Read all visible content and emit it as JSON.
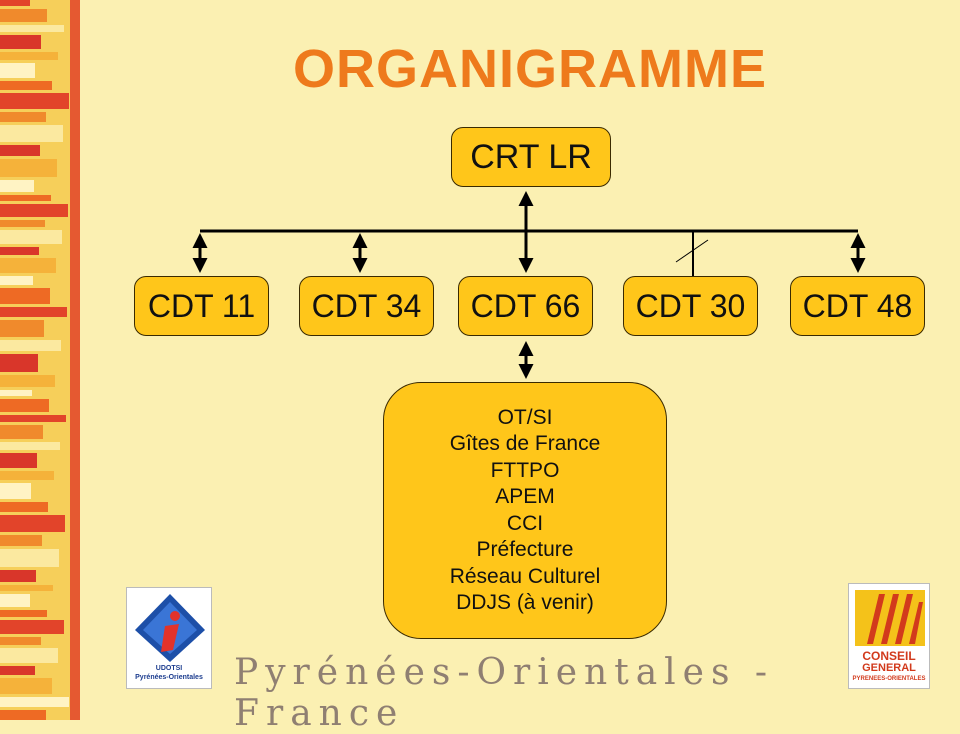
{
  "title": "ORGANIGRAMME",
  "root": "CRT LR",
  "departments": [
    "CDT 11",
    "CDT 34",
    "CDT 66",
    "CDT 30",
    "CDT 48"
  ],
  "partners": [
    "OT/SI",
    "Gîtes de France",
    "FTTPO",
    "APEM",
    "CCI",
    "Préfecture",
    "Réseau Culturel",
    "DDJS (à venir)"
  ],
  "footer": "Pyrénées-Orientales - France",
  "logos": {
    "udotsi": {
      "line1": "UDOTSI",
      "line2": "Pyrénées-Orientales"
    },
    "conseil_general": {
      "line1": "CONSEIL",
      "line2": "GENERAL",
      "line3": "PYRENEES-ORIENTALES"
    }
  },
  "colors": {
    "background": "#fbf0b2",
    "box_fill": "#ffc61a",
    "title": "#ee7a1c",
    "footer": "#8f7f72"
  }
}
